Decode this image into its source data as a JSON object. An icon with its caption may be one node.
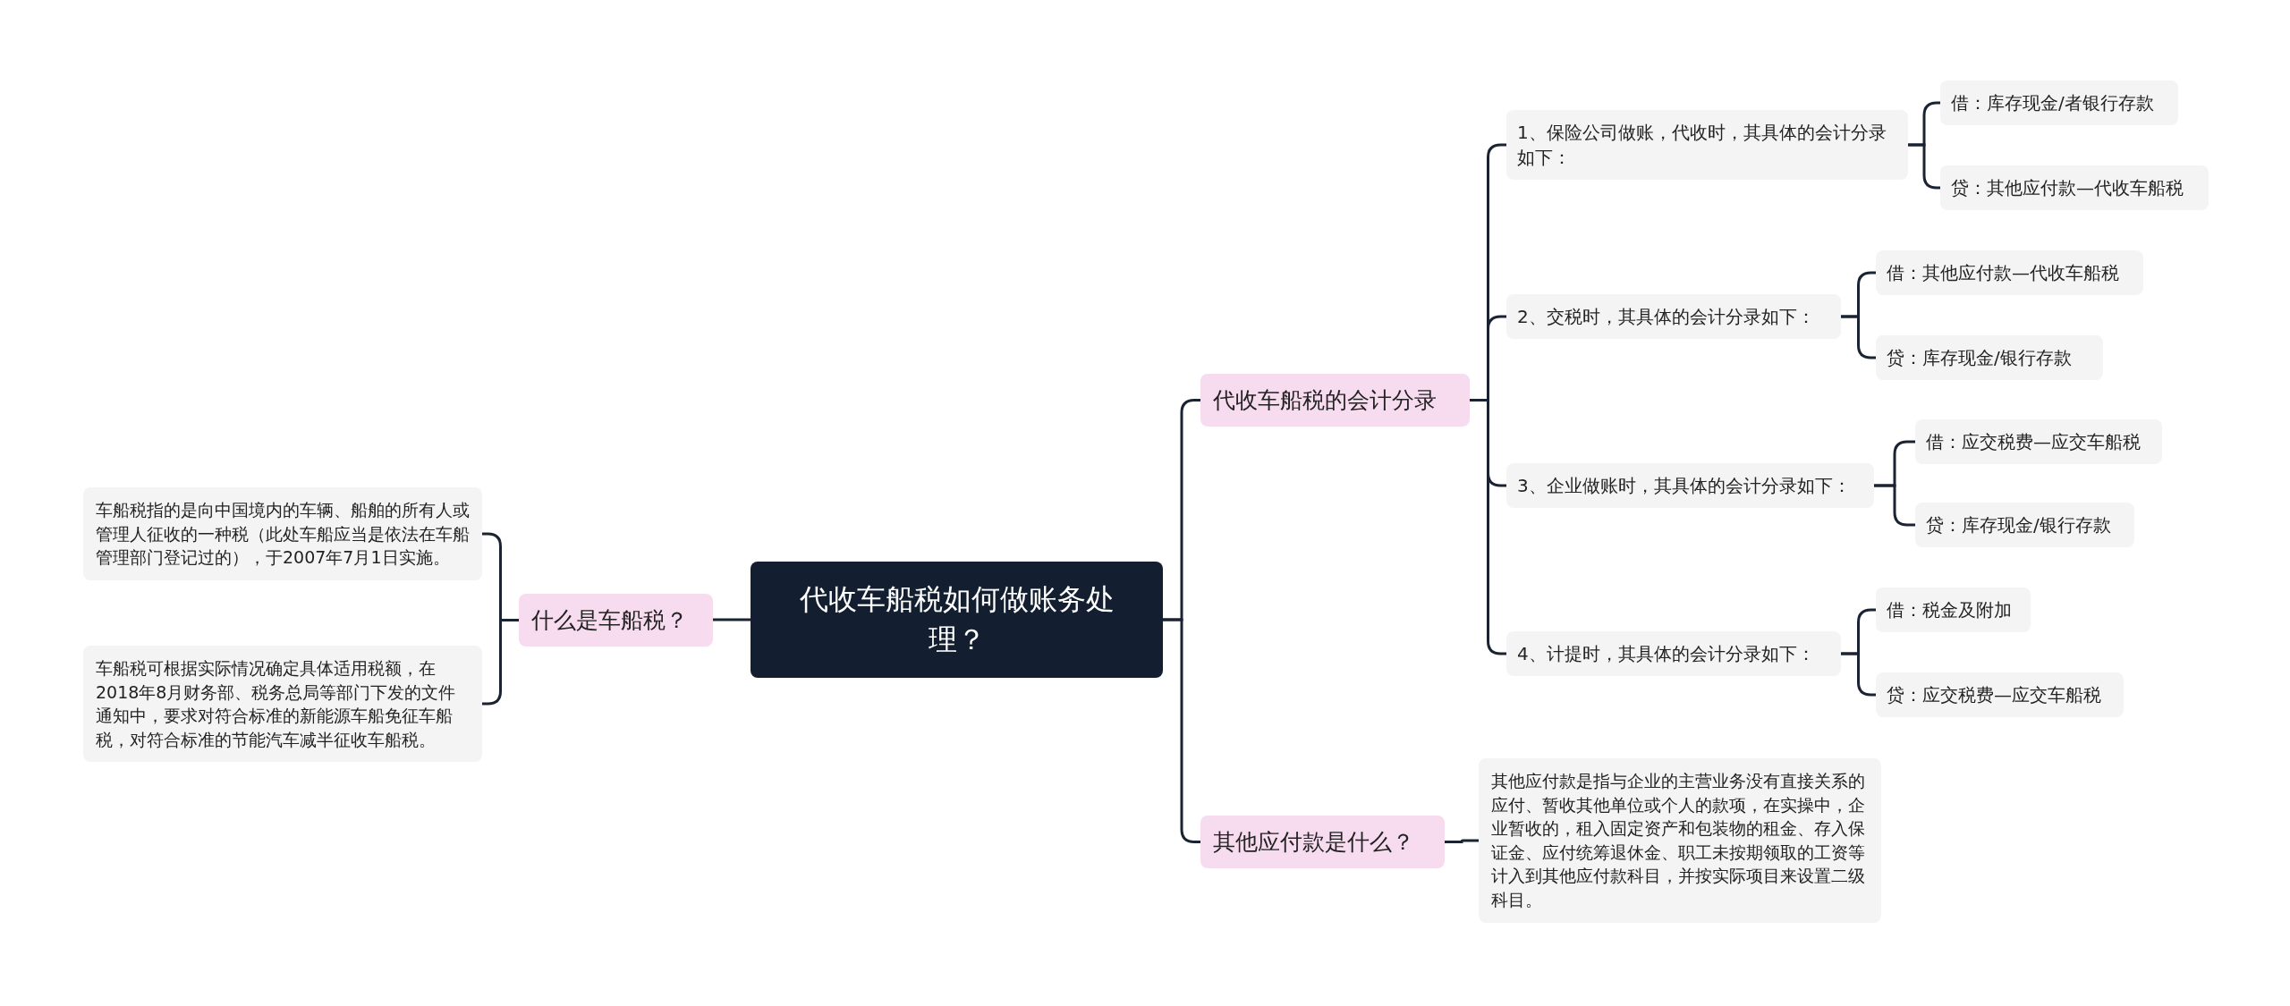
{
  "diagram": {
    "nodes": [
      {
        "text": [
          "代收车船税如何做账务处理？"
        ]
      },
      {
        "text": [
          "什么是车船税？"
        ]
      },
      {
        "text": [
          "车船税指的是向中国境内的车辆、船舶的所有人或管理人征收的一种税（此处车船应当是依法在车船管理部门登记过的），于2007年7月1日实施。"
        ]
      },
      {
        "text": [
          "车船税可根据实际情况确定具体适用税额，在2018年8月财务部、税务总局等部门下发的文件通知中，要求对符合标准的新能源车船免征车船税，对符合标准的节能汽车减半征收车船税。"
        ]
      },
      {
        "text": [
          "代收车船税的会计分录"
        ]
      },
      {
        "text": [
          "1、保险公司做账，代收时，其具体的会计分录如下："
        ]
      },
      {
        "text": [
          "借：库存现金/者银行存款"
        ]
      },
      {
        "text": [
          "贷：其他应付款—代收车船税"
        ]
      },
      {
        "text": [
          "2、交税时，其具体的会计分录如下："
        ]
      },
      {
        "text": [
          "借：其他应付款—代收车船税"
        ]
      },
      {
        "text": [
          "贷：库存现金/银行存款"
        ]
      },
      {
        "text": [
          "3、企业做账时，其具体的会计分录如下："
        ]
      },
      {
        "text": [
          "借：应交税费—应交车船税"
        ]
      },
      {
        "text": [
          "贷：库存现金/银行存款"
        ]
      },
      {
        "text": [
          "4、计提时，其具体的会计分录如下："
        ]
      },
      {
        "text": [
          "借：税金及附加"
        ]
      },
      {
        "text": [
          "贷：应交税费—应交车船税"
        ]
      },
      {
        "text": [
          "其他应付款是什么？"
        ]
      },
      {
        "text": [
          "其他应付款是指与企业的主营业务没有直接关系的应付、暂收其他单位或个人的款项，在实操中，企业暂收的，租入固定资产和包装物的租金、存入保证金、应付统筹退休金、职工未按期领取的工资等计入到其他应付款科目，并按实际项目来设置二级科目。"
        ]
      }
    ],
    "edges": [
      {
        "from": 0,
        "to": 1,
        "arrow": "none"
      },
      {
        "from": 1,
        "to": 2,
        "arrow": "none"
      },
      {
        "from": 1,
        "to": 3,
        "arrow": "none"
      },
      {
        "from": 0,
        "to": 4,
        "arrow": "none"
      },
      {
        "from": 4,
        "to": 5,
        "arrow": "none"
      },
      {
        "from": 5,
        "to": 6,
        "arrow": "none"
      },
      {
        "from": 5,
        "to": 7,
        "arrow": "none"
      },
      {
        "from": 4,
        "to": 8,
        "arrow": "none"
      },
      {
        "from": 8,
        "to": 9,
        "arrow": "none"
      },
      {
        "from": 8,
        "to": 10,
        "arrow": "none"
      },
      {
        "from": 4,
        "to": 11,
        "arrow": "none"
      },
      {
        "from": 11,
        "to": 12,
        "arrow": "none"
      },
      {
        "from": 11,
        "to": 13,
        "arrow": "none"
      },
      {
        "from": 4,
        "to": 14,
        "arrow": "none"
      },
      {
        "from": 14,
        "to": 15,
        "arrow": "none"
      },
      {
        "from": 14,
        "to": 16,
        "arrow": "none"
      },
      {
        "from": 0,
        "to": 17,
        "arrow": "none"
      },
      {
        "from": 17,
        "to": 18,
        "arrow": "none"
      }
    ]
  }
}
